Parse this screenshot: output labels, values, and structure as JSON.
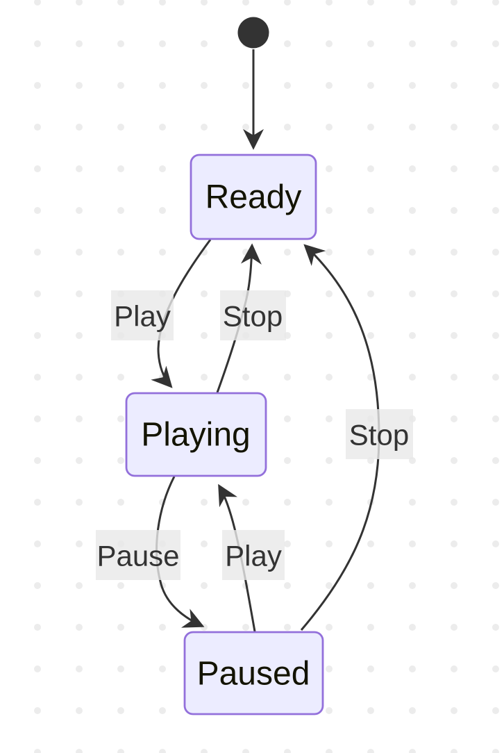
{
  "diagram": {
    "type": "state-diagram",
    "nodes": [
      {
        "id": "initial",
        "kind": "initial-state",
        "label": ""
      },
      {
        "id": "ready",
        "kind": "state",
        "label": "Ready"
      },
      {
        "id": "playing",
        "kind": "state",
        "label": "Playing"
      },
      {
        "id": "paused",
        "kind": "state",
        "label": "Paused"
      }
    ],
    "edges": [
      {
        "from": "initial",
        "to": "ready",
        "label": ""
      },
      {
        "from": "ready",
        "to": "playing",
        "label": "Play"
      },
      {
        "from": "playing",
        "to": "ready",
        "label": "Stop"
      },
      {
        "from": "playing",
        "to": "paused",
        "label": "Pause"
      },
      {
        "from": "paused",
        "to": "playing",
        "label": "Play"
      },
      {
        "from": "paused",
        "to": "ready",
        "label": "Stop"
      }
    ],
    "colors": {
      "node_fill": "#ECECFF",
      "node_border": "#9370DB",
      "node_text": "#131300",
      "edge_line": "#333333",
      "edge_label_text": "#333333",
      "edge_label_background": "#e8e8e8",
      "initial_dot": "#333333",
      "canvas_background": "#ffffff",
      "grid_dot": "#ececec"
    }
  }
}
